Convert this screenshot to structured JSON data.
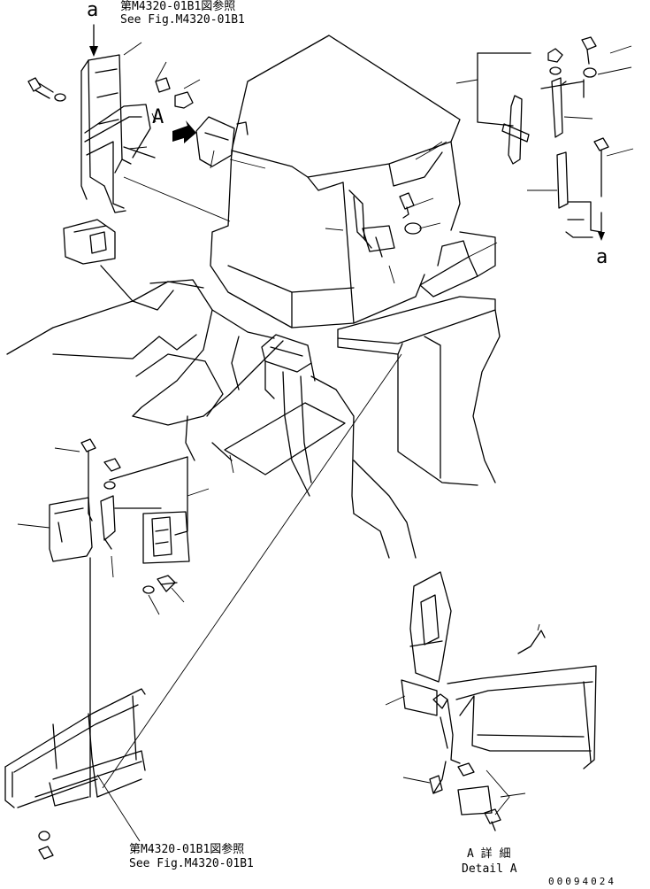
{
  "labels": {
    "ref_top_jp": "第M4320-01B1図参照",
    "ref_top_en": "See Fig.M4320-01B1",
    "ref_bottom_jp": "第M4320-01B1図参照",
    "ref_bottom_en": "See Fig.M4320-01B1",
    "arrow_a_top": "a",
    "arrow_a_right": "a",
    "view_a": "A",
    "detail_jp": "A 詳 細",
    "detail_en": "Detail A",
    "drawing_no": "00094024"
  },
  "colors": {
    "ink": "#000000",
    "paper": "#ffffff"
  }
}
